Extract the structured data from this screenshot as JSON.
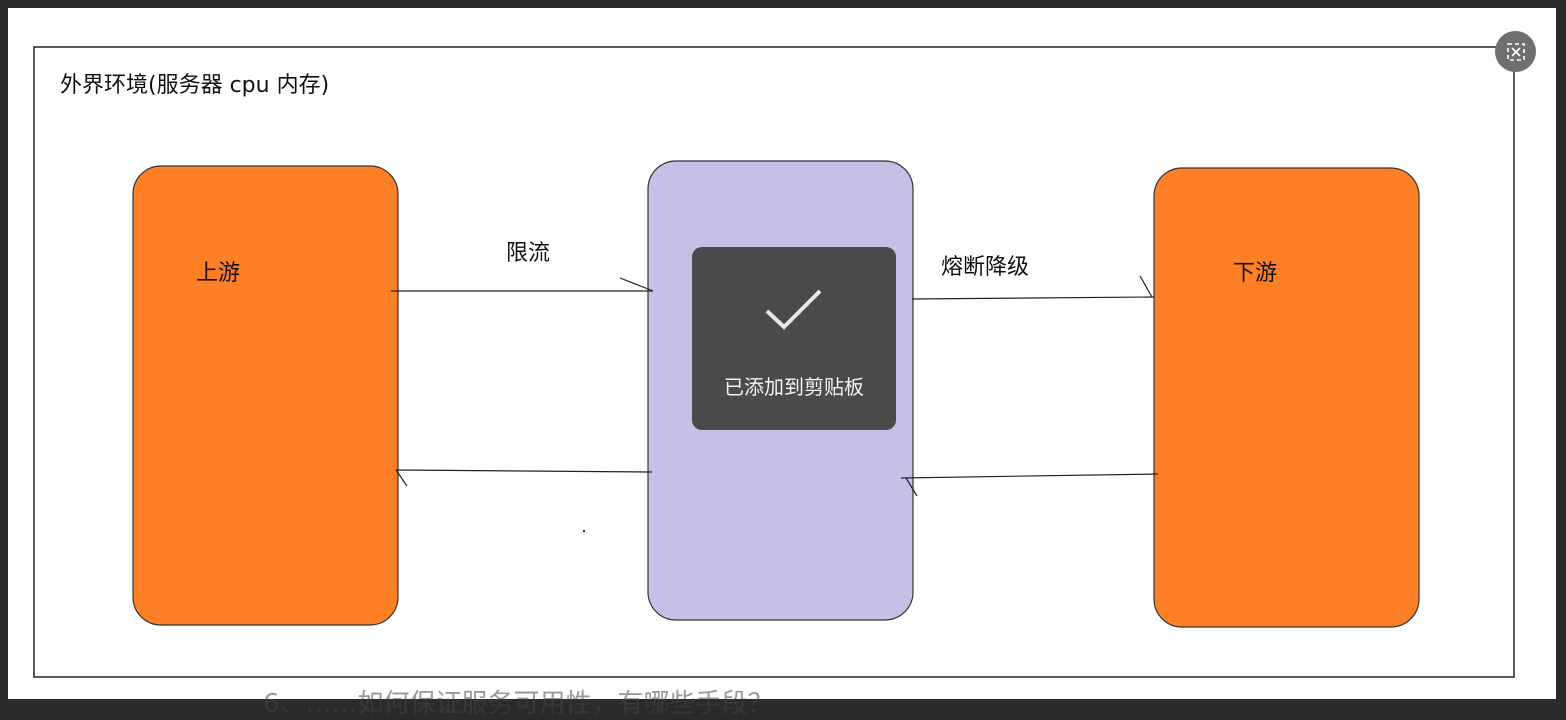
{
  "diagram": {
    "env_title": "外界环境(服务器  cpu  内存)",
    "upstream_label": "上游",
    "downstream_label": "下游",
    "rate_limit_label": "限流",
    "circuit_breaker_label": "熔断降级"
  },
  "under_text": "6、……如何保证服务可用性，有哪些手段？",
  "toast": {
    "message": "已添加到剪贴板"
  },
  "colors": {
    "upstream_fill": "#ff7f27",
    "middle_fill": "#c8bfe7",
    "downstream_fill": "#ff7f27",
    "toast_bg": "#4a4a4a"
  },
  "icons": {
    "close": "close-icon",
    "toast": "check-icon"
  }
}
